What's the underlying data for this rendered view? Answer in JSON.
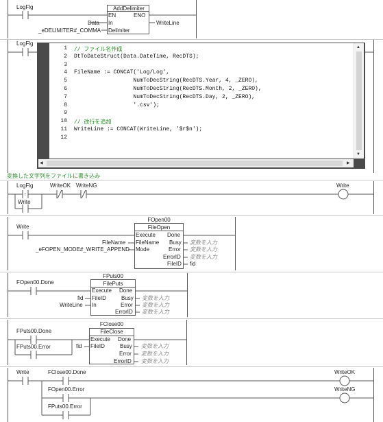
{
  "rung1": {
    "contact": "LogFlg",
    "fb_title": "AddDelimiter",
    "pins_left": [
      "EN",
      "In",
      "Delimiter"
    ],
    "pins_right": [
      "ENO"
    ],
    "in_var": "Data",
    "delim_var": "_eDELIMITER#_COMMA",
    "out_var": "WriteLine"
  },
  "rung2": {
    "contact": "LogFlg",
    "code_lines": [
      {
        "n": "1",
        "text": "// ファイル名作成",
        "kind": "comment"
      },
      {
        "n": "2",
        "text": "DtToDateStruct(Data.DateTime, RecDTS);",
        "kind": "code"
      },
      {
        "n": "3",
        "text": "",
        "kind": "code"
      },
      {
        "n": "4",
        "text": "FileName := CONCAT('Log/Log',",
        "kind": "code"
      },
      {
        "n": "5",
        "text": "                  NumToDecString(RecDTS.Year, 4, _ZERO),",
        "kind": "code"
      },
      {
        "n": "6",
        "text": "                  NumToDecString(RecDTS.Month, 2, _ZERO),",
        "kind": "code"
      },
      {
        "n": "7",
        "text": "                  NumToDecString(RecDTS.Day, 2, _ZERO),",
        "kind": "code"
      },
      {
        "n": "8",
        "text": "                  '.csv');",
        "kind": "code"
      },
      {
        "n": "9",
        "text": "",
        "kind": "code"
      },
      {
        "n": "10",
        "text": "// 改行を追加",
        "kind": "comment"
      },
      {
        "n": "11",
        "text": "WriteLine := CONCAT(WriteLine, '$r$n');",
        "kind": "code"
      },
      {
        "n": "12",
        "text": "",
        "kind": "code"
      }
    ]
  },
  "rung3": {
    "comment": "変換した文字列をファイルに書き込み",
    "c_logflg": "LogFlg",
    "c_writeok": "WriteOK",
    "c_writeng": "WriteNG",
    "c_write": "Write",
    "coil": "Write",
    "up_marker": "↑"
  },
  "rung4": {
    "contact": "Write",
    "instance": "FOpen00",
    "fb_title": "FileOpen",
    "pins_left": [
      "Execute",
      "FileName",
      "Mode"
    ],
    "pins_right": [
      "Done",
      "Busy",
      "Error",
      "ErrorID",
      "FileID"
    ],
    "in_filename": "FileName",
    "in_mode": "_eFOPEN_MODE#_WRITE_APPEND",
    "placeholder": "変数を入力",
    "out_fileid": "fid"
  },
  "rung5": {
    "contact": "FOpen00.Done",
    "instance": "FPuts00",
    "fb_title": "FilePuts",
    "pins_left": [
      "Execute",
      "FileID",
      "In"
    ],
    "pins_right": [
      "Done",
      "Busy",
      "Error",
      "ErrorID"
    ],
    "in_fileid": "fid",
    "in_in": "WriteLine",
    "placeholder": "変数を入力"
  },
  "rung6": {
    "contact1": "FPuts00.Done",
    "contact2": "FPuts00.Error",
    "instance": "FClose00",
    "fb_title": "FileClose",
    "pins_left": [
      "Execute",
      "FileID"
    ],
    "pins_right": [
      "Done",
      "Busy",
      "Error",
      "ErrorID"
    ],
    "in_fileid": "fid",
    "placeholder": "変数を入力"
  },
  "rung7": {
    "c_write": "Write",
    "c_fclose_done": "FClose00.Done",
    "c_fopen_error": "FOpen00.Error",
    "c_fputs_error": "FPuts00.Error",
    "coil_ok": "WriteOK",
    "coil_ng": "WriteNG"
  }
}
